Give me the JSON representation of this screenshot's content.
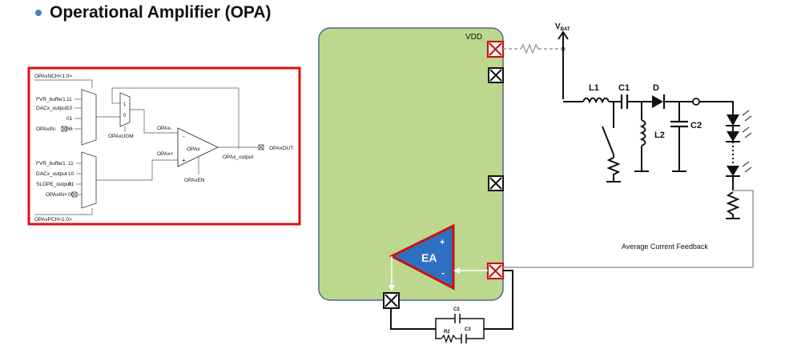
{
  "slide": {
    "title": "Operational Amplifier (OPA)"
  },
  "opa_block": {
    "nch_label": "OPAxNCH<1:0>",
    "pch_label": "OPAxPCH<1:0>",
    "neg_inputs": [
      {
        "label": "FVR_buffer1",
        "code": "11"
      },
      {
        "label": "DACx_output",
        "code": "10"
      },
      {
        "label": "",
        "code": "01"
      },
      {
        "label": "OPAxIN-",
        "code": "00"
      }
    ],
    "pos_inputs": [
      {
        "label": "FVR_buffer1",
        "code": "11"
      },
      {
        "label": "DACx_output",
        "code": "10"
      },
      {
        "label": "SLOPE_output",
        "code": "01"
      },
      {
        "label": "OPAxIN+",
        "code": "00"
      }
    ],
    "ugm_mux": {
      "one": "1",
      "zero": "0",
      "label": "OPAxUGM"
    },
    "opa_minus": "OPAx-",
    "opa_plus": "OPAx+",
    "opa_name": "OPAx",
    "minus_sign": "-",
    "plus_sign": "+",
    "output_label": "OPAx_output",
    "out_pin_label": "OPAxOUT",
    "enable_label": "OPAxEN"
  },
  "chip": {
    "vdd_label": "VDD",
    "ea_label": "EA",
    "ea_plus": "+",
    "ea_minus": "-"
  },
  "compensation": {
    "c2": "C2",
    "r2": "R2",
    "c3": "C3"
  },
  "boost": {
    "vbat_main": "V",
    "vbat_sub": "BAT",
    "l1": "L1",
    "c1": "C1",
    "d": "D",
    "l2": "L2",
    "c2": "C2",
    "feedback_label": "Average Current Feedback"
  },
  "colors": {
    "chip_fill": "#bcd88e",
    "chip_stroke": "#4a6a8c",
    "pin_red": "#cc1111",
    "ea_fill": "#2f6fc2",
    "ea_stroke": "#cc1111",
    "box_red": "#dd1111",
    "feedback_gray": "#999999",
    "bullet": "#4a7fc1"
  }
}
